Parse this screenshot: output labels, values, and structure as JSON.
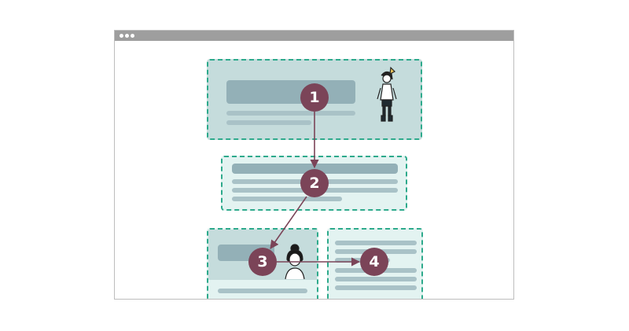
{
  "steps": [
    {
      "label": "1"
    },
    {
      "label": "2"
    },
    {
      "label": "3"
    },
    {
      "label": "4"
    }
  ],
  "colors": {
    "block_border": "#2eaa8c",
    "block_fill_dark": "#c5dcdc",
    "block_fill_light": "#e3f3f1",
    "bar": "#93b0b7",
    "bar_light": "#a9c2c7",
    "arrow": "#7b4458",
    "badge": "#7b4458",
    "frame_bar": "#9e9e9e"
  },
  "icons": {
    "window_controls": "three-dot-icon",
    "person_top": "woman-with-hair-bun-icon",
    "person_bottom": "woman-portrait-icon"
  }
}
